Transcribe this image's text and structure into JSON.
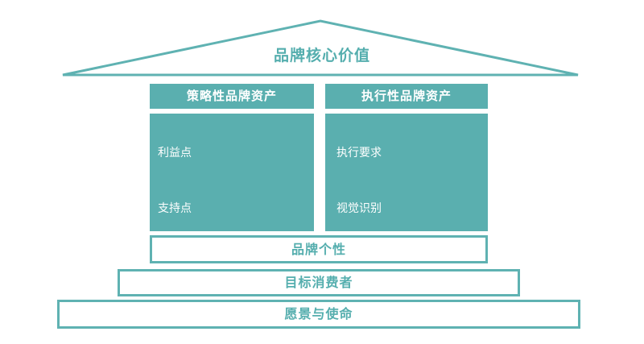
{
  "diagram": {
    "title": "品牌核心价值",
    "colors": {
      "teal": "#5aafaf",
      "teal_text": "#55aeae",
      "white": "#ffffff"
    },
    "pillars": [
      {
        "header": "策略性品牌资产",
        "items": [
          "利益点",
          "支持点"
        ]
      },
      {
        "header": "执行性品牌资产",
        "items": [
          "执行要求",
          "视觉识别"
        ]
      }
    ],
    "foundation": [
      {
        "label": "品牌个性"
      },
      {
        "label": "目标消费者"
      },
      {
        "label": "愿景与使命"
      }
    ]
  }
}
